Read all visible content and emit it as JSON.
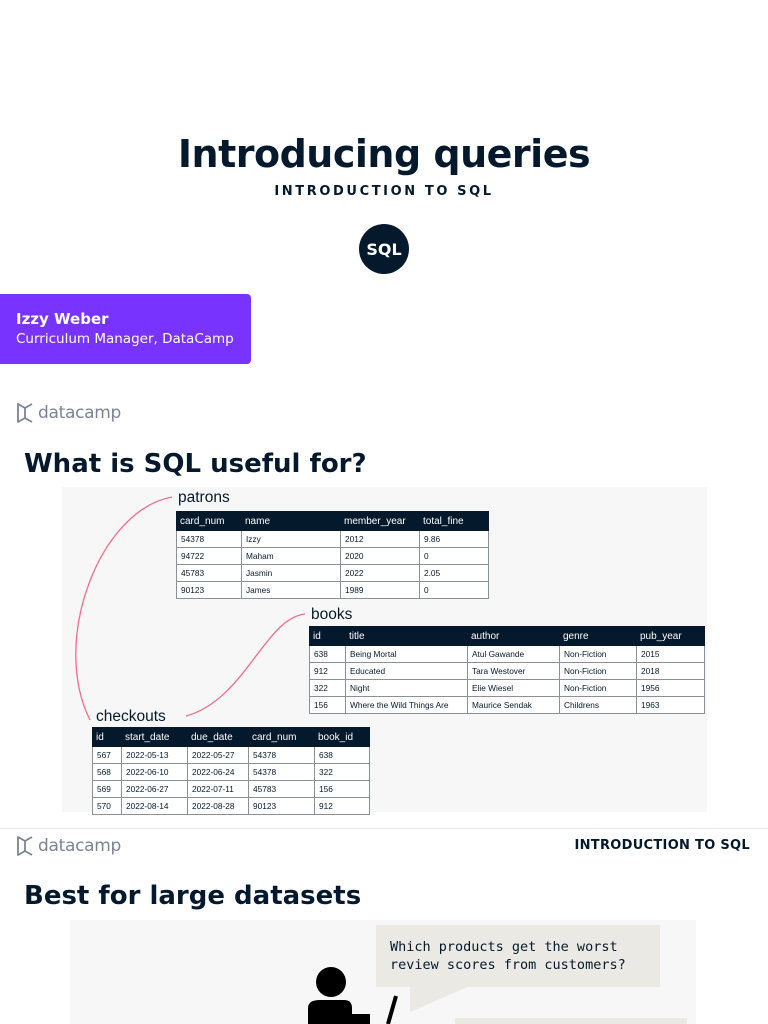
{
  "slide1": {
    "title": "Introducing queries",
    "subtitle": "INTRODUCTION TO SQL",
    "badge": "SQL",
    "author_name": "Izzy Weber",
    "author_role": "Curriculum Manager, DataCamp"
  },
  "logo": {
    "text": "datacamp",
    "icon": "datacamp-logo-icon"
  },
  "slide2": {
    "title": "What is SQL useful for?",
    "patrons": {
      "label": "patrons",
      "columns": [
        "card_num",
        "name",
        "member_year",
        "total_fine"
      ],
      "rows": [
        [
          "54378",
          "Izzy",
          "2012",
          "9.86"
        ],
        [
          "94722",
          "Maham",
          "2020",
          "0"
        ],
        [
          "45783",
          "Jasmin",
          "2022",
          "2.05"
        ],
        [
          "90123",
          "James",
          "1989",
          "0"
        ]
      ]
    },
    "books": {
      "label": "books",
      "columns": [
        "id",
        "title",
        "author",
        "genre",
        "pub_year"
      ],
      "rows": [
        [
          "638",
          "Being Mortal",
          "Atul Gawande",
          "Non-Fiction",
          "2015"
        ],
        [
          "912",
          "Educated",
          "Tara Westover",
          "Non-Fiction",
          "2018"
        ],
        [
          "322",
          "Night",
          "Elie Wiesel",
          "Non-Fiction",
          "1956"
        ],
        [
          "156",
          "Where the Wild Things Are",
          "Maurice Sendak",
          "Childrens",
          "1963"
        ]
      ]
    },
    "checkouts": {
      "label": "checkouts",
      "columns": [
        "id",
        "start_date",
        "due_date",
        "card_num",
        "book_id"
      ],
      "rows": [
        [
          "567",
          "2022-05-13",
          "2022-05-27",
          "54378",
          "638"
        ],
        [
          "568",
          "2022-06-10",
          "2022-06-24",
          "54378",
          "322"
        ],
        [
          "569",
          "2022-06-27",
          "2022-07-11",
          "45783",
          "156"
        ],
        [
          "570",
          "2022-08-14",
          "2022-08-28",
          "90123",
          "912"
        ]
      ]
    }
  },
  "slide3": {
    "header": "INTRODUCTION TO SQL",
    "title": "Best for large datasets",
    "bubble_line1": "Which products get the worst",
    "bubble_line2": "review scores from customers?"
  },
  "colors": {
    "accent": "#7933ff",
    "navy": "#05192d",
    "relation_line": "#f26b8c"
  }
}
